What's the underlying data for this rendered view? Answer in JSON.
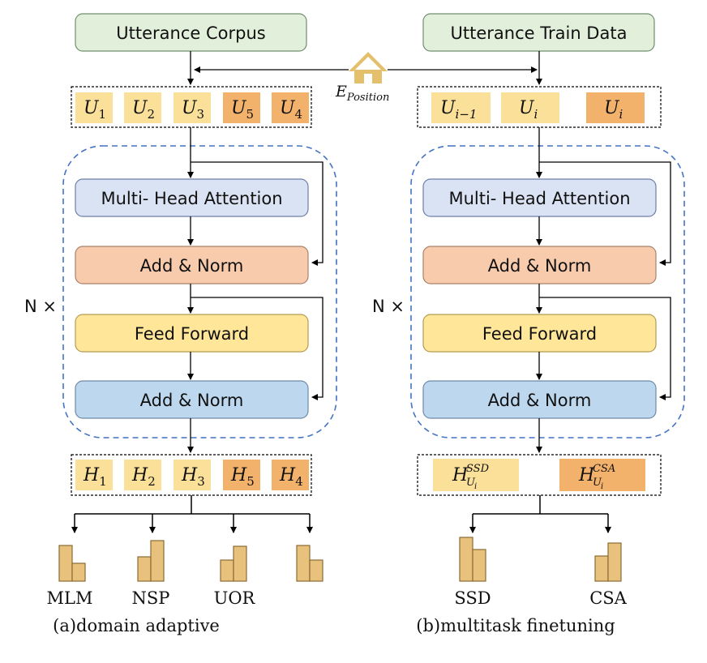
{
  "panels": {
    "left": {
      "source": "Utterance Corpus",
      "tokens": [
        {
          "sym": "U",
          "sub": "1"
        },
        {
          "sym": "U",
          "sub": "2"
        },
        {
          "sym": "U",
          "sub": "3"
        },
        {
          "sym": "U",
          "sub": "5"
        },
        {
          "sym": "U",
          "sub": "4"
        }
      ],
      "blocks": {
        "attention": "Multi- Head Attention",
        "add_norm_1": "Add & Norm",
        "feed_forward": "Feed Forward",
        "add_norm_2": "Add & Norm"
      },
      "repeat": "N ×",
      "outputs": [
        {
          "sym": "H",
          "sub": "1"
        },
        {
          "sym": "H",
          "sub": "2"
        },
        {
          "sym": "H",
          "sub": "3"
        },
        {
          "sym": "H",
          "sub": "5"
        },
        {
          "sym": "H",
          "sub": "4"
        }
      ],
      "tasks": [
        "MLM",
        "NSP",
        "UOR",
        ""
      ],
      "caption": "(a)domain adaptive"
    },
    "right": {
      "source": "Utterance Train Data",
      "tokens": [
        {
          "sym": "U",
          "sub": "i−1"
        },
        {
          "sym": "U",
          "sub": "i"
        },
        {
          "sym": "U",
          "sub": "i"
        }
      ],
      "blocks": {
        "attention": "Multi- Head Attention",
        "add_norm_1": "Add & Norm",
        "feed_forward": "Feed Forward",
        "add_norm_2": "Add & Norm"
      },
      "repeat": "N ×",
      "outputs": [
        {
          "sym": "H",
          "sup": "SSD",
          "sub": "U",
          "subsub": "i"
        },
        {
          "sym": "H",
          "sup": "CSA",
          "sub": "U",
          "subsub": "i"
        }
      ],
      "tasks": [
        "SSD",
        "CSA"
      ],
      "caption": "(b)multitask finetuning"
    }
  },
  "position_label": {
    "sym": "E",
    "sub": "Position"
  },
  "colors": {
    "source_fill": "#e2efda",
    "token_light": "#fbe09a",
    "token_dark": "#f3b26c",
    "attention_fill": "#dae3f3",
    "addnorm1_fill": "#f8cbad",
    "feedforward_fill": "#ffe699",
    "addnorm2_fill": "#bdd7ee",
    "dash_blue": "#4472c4",
    "house": "#e4c06c",
    "bar_fill": "#e8c27c"
  }
}
